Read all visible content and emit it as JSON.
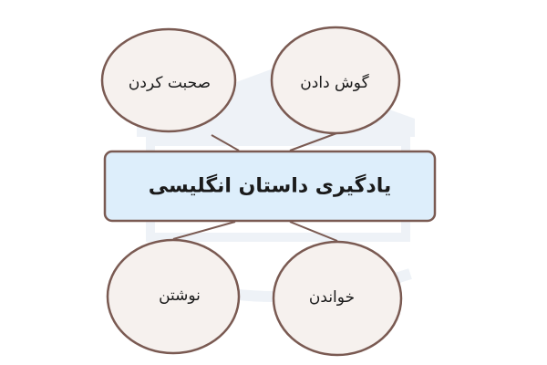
{
  "diagram": {
    "center": {
      "text": "یادگیری داستان انگلیسی"
    },
    "nodes": [
      {
        "id": "speaking",
        "text": "صحبت کردن"
      },
      {
        "id": "listening",
        "text": "گوش دادن"
      },
      {
        "id": "writing",
        "text": "نوشتن"
      },
      {
        "id": "reading",
        "text": "خواندن"
      }
    ],
    "colors": {
      "outline": "#7a5a52",
      "bubble_fill": "#f6f1ee",
      "center_fill": "#ddeefb",
      "watermark": "#eef2f7"
    }
  }
}
